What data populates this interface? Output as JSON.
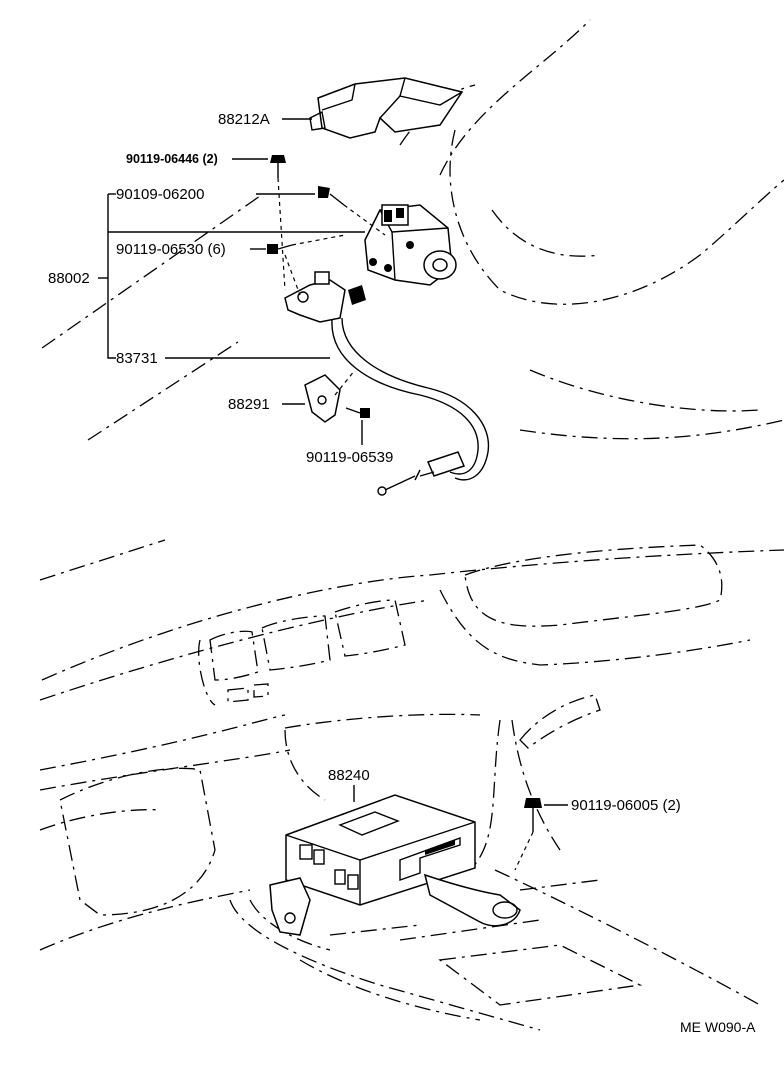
{
  "diagram": {
    "labels": {
      "cover": "88212A",
      "screw_top": "90119-06446 (2)",
      "bolt_a": "90109-06200",
      "assembly": "88002",
      "bolt_b": "90119-06530 (6)",
      "cable": "83731",
      "bracket": "88291",
      "bolt_c": "90119-06539",
      "computer": "88240",
      "bolt_d": "90119-06005 (2)",
      "figure_code": "ME  W090-A"
    }
  }
}
